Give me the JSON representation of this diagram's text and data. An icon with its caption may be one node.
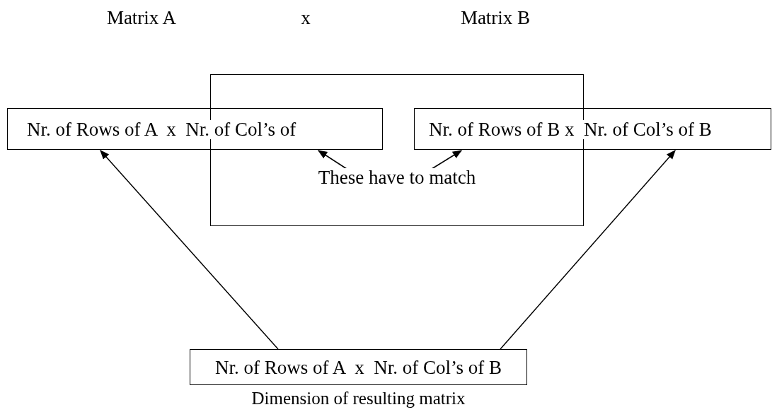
{
  "diagram": {
    "nodes": [
      {
        "text": [
          "These have to match"
        ]
      },
      {
        "text": [
          "Nr. of Rows of A  x  Nr. of Col’s of"
        ]
      },
      {
        "text": [
          "Nr. of Rows of B x  Nr. of Col’s of B"
        ]
      },
      {
        "text": [
          "Nr. of Rows of A  x  Nr. of Col’s of B"
        ],
        "beside": [
          "Dimension of resulting matrix"
        ]
      }
    ],
    "edges": [
      {
        "from": 0,
        "to": 1,
        "arrow": "to"
      },
      {
        "from": 0,
        "to": 2,
        "arrow": "to"
      },
      {
        "from": 3,
        "to": 1,
        "arrow": "to"
      },
      {
        "from": 3,
        "to": 2,
        "arrow": "to"
      }
    ],
    "labels": [
      "Matrix A",
      "x",
      "Matrix B"
    ]
  }
}
